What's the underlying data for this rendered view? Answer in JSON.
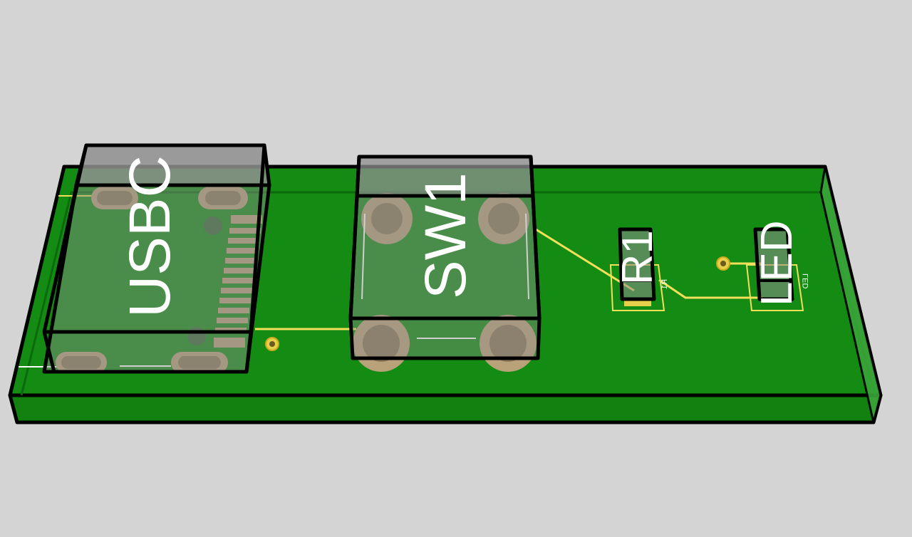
{
  "scene": {
    "background_color": "#d4d4d4",
    "board_color": "#148c14",
    "board_edge_color": "#0e6b0e",
    "outline_color": "#000000",
    "pad_color": "#b9a27a",
    "trace_color": "#f2e05a",
    "silkscreen_color": "#ffffff",
    "component_body_color": "#8c8c8c"
  },
  "components": {
    "usbc": {
      "label": "USBC"
    },
    "sw1": {
      "label": "SW1"
    },
    "r1": {
      "label": "R1",
      "small_label": "R1"
    },
    "led": {
      "label": "LED",
      "small_label": "LED"
    }
  }
}
